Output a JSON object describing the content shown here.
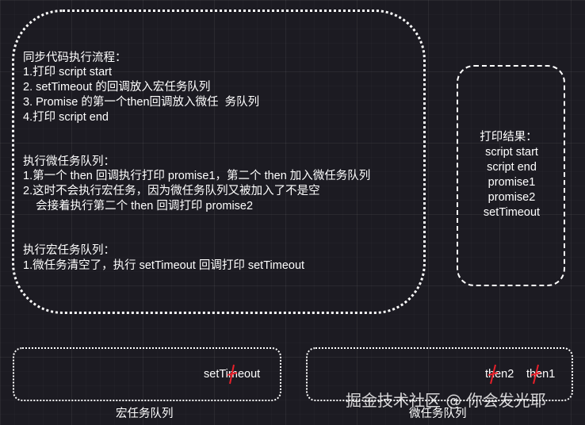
{
  "main": {
    "sync_title": "同步代码执行流程：",
    "sync_lines": [
      "1.打印 script start",
      "2. setTimeout 的回调放入宏任务队列",
      "3. Promise 的第一个then回调放入微任  务队列",
      "4.打印 script end"
    ],
    "micro_title": "执行微任务队列：",
    "micro_lines": [
      "1.第一个 then 回调执行打印 promise1，第二个 then 加入微任务队列",
      "2.这时不会执行宏任务，因为微任务队列又被加入了不是空",
      "    会接着执行第二个 then 回调打印 promise2"
    ],
    "macro_title": "执行宏任务队列：",
    "macro_lines": [
      "1.微任务清空了，执行 setTimeout 回调打印 setTimeout"
    ]
  },
  "result": {
    "title": "打印结果：",
    "lines": [
      "script start",
      "script end",
      "promise1",
      "promise2",
      "setTimeout"
    ]
  },
  "macro_queue": {
    "label": "宏任务队列",
    "item": "setTimeout"
  },
  "micro_queue": {
    "label": "微任务队列",
    "items": [
      "then2",
      "then1"
    ]
  },
  "strike_color": "#e8202a",
  "watermark": "掘金技术社区 @ 你会发光耶"
}
